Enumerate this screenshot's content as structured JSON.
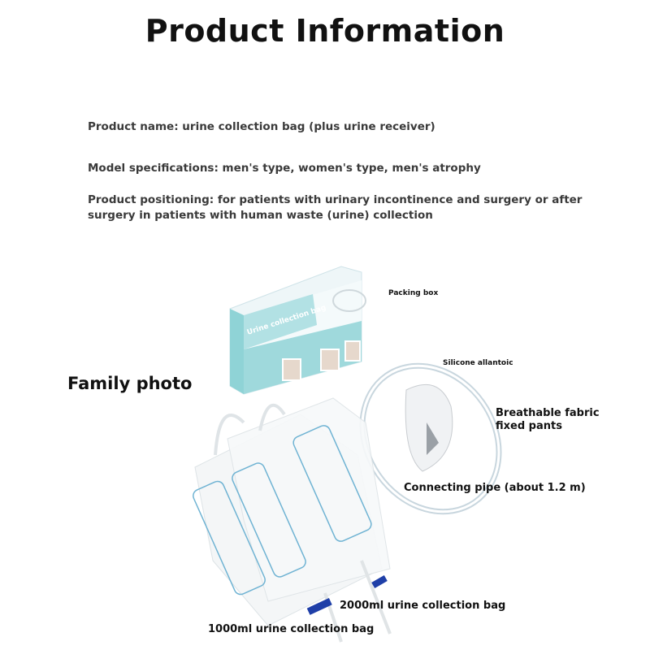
{
  "title": "Product Information",
  "info": {
    "product_name": "Product name: urine collection bag (plus urine receiver)",
    "model_specifications": "Model specifications: men's type, women's type, men's atrophy",
    "product_positioning": "Product positioning: for patients with urinary incontinence and surgery or after surgery in patients with human waste (urine) collection"
  },
  "photo": {
    "heading": "Family photo",
    "box_print": "Urine collection bag",
    "labels": {
      "packing_box": "Packing box",
      "silicone": "Silicone allantoic",
      "fabric_pants": "Breathable fabric\nfixed pants",
      "pipe": "Connecting pipe (about 1.2 m)",
      "bag_2000": "2000ml urine collection bag",
      "bag_1000": "1000ml urine collection bag"
    }
  },
  "colors": {
    "box_teal": "#8fd3d6",
    "bag_outline": "#6fb3d3",
    "valve_blue": "#1f3fa8"
  }
}
